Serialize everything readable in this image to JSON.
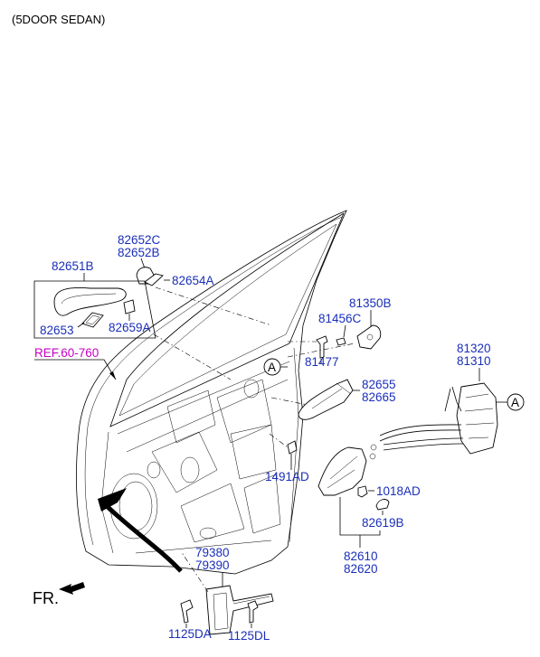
{
  "header": {
    "variant": "(5DOOR SEDAN)"
  },
  "callouts": {
    "outer_handle_cover": [
      "82652C",
      "82652B"
    ],
    "outer_handle_assy": "82651B",
    "gasket_a": "82654A",
    "gasket_front": "82653",
    "gasket_rear": "82659A",
    "ref": "REF.60-760",
    "striker_pad": "81350B",
    "screw": "81456C",
    "striker_bolt": "81477",
    "inside_handle": [
      "82655",
      "82665"
    ],
    "latch": [
      "81320",
      "81310"
    ],
    "clip": "1491AD",
    "bolt_1018": "1018AD",
    "cap": "82619B",
    "inside_handle_assy": [
      "82610",
      "82620"
    ],
    "checker": [
      "79380",
      "79390"
    ],
    "bolt_da": "1125DA",
    "bolt_dl": "1125DL"
  },
  "markers": {
    "circle_a_left": "A",
    "circle_a_right": "A"
  },
  "direction": {
    "label": "FR."
  }
}
